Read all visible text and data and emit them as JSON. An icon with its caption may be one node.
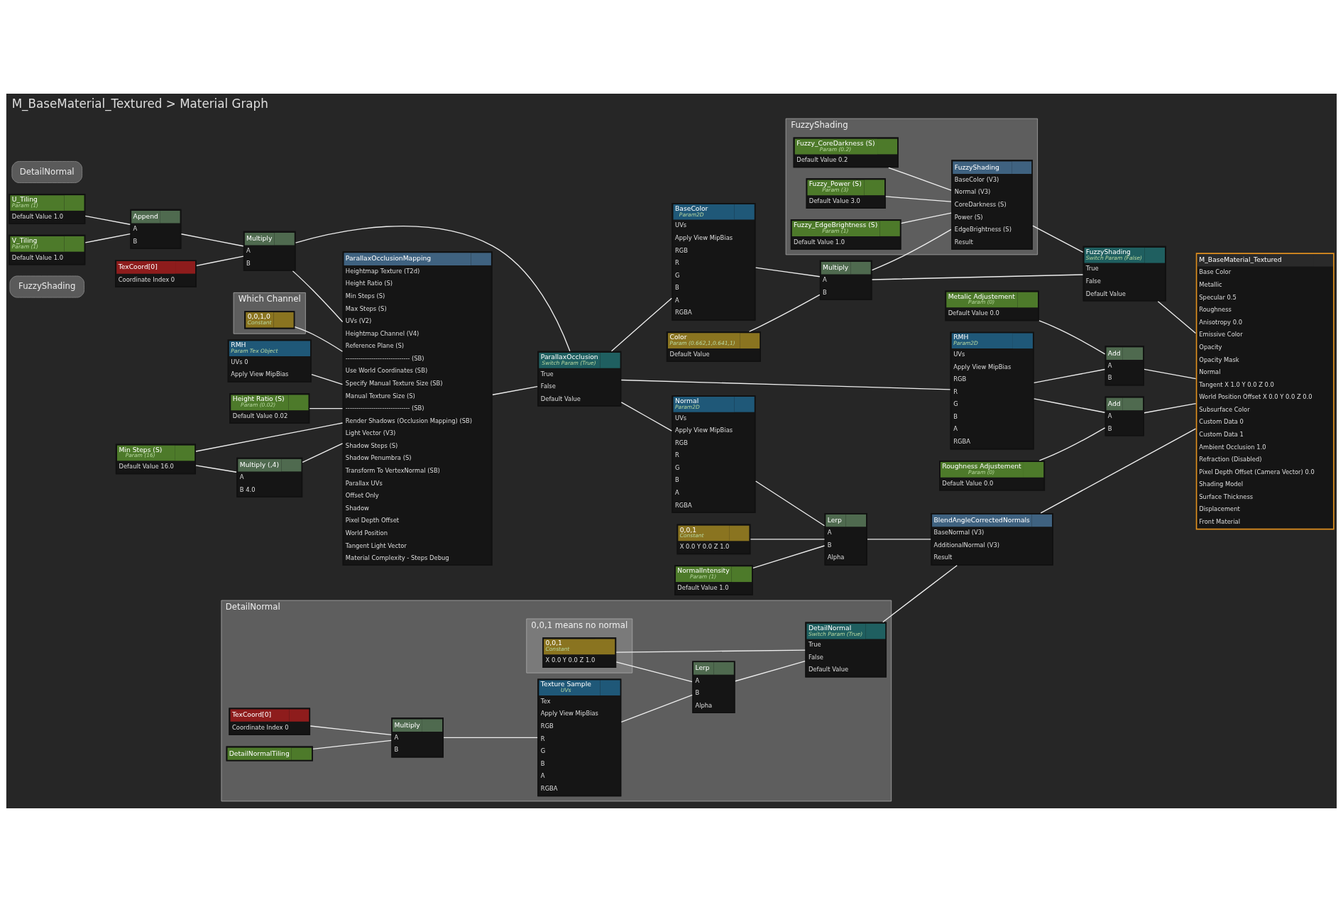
{
  "diagram": {
    "title": "M_BaseMaterial_Textured > Material Graph",
    "nodes": [
      {
        "text": [
          "FuzzyShading"
        ]
      },
      {
        "text": [
          "FuzzyShading"
        ]
      },
      {
        "text": [
          "Fuzzy_CoreDarkness (S)",
          "Param (0.2)",
          "Default Value 0.2"
        ],
        "in": 1
      },
      {
        "text": [
          "Fuzzy_Power (S)",
          "Param (3)",
          "Default Value 3.0"
        ],
        "in": 1
      },
      {
        "text": [
          "Fuzzy_EdgeBrightness (S)",
          "Param (1)",
          "Default Value 1.0"
        ],
        "in": 1
      },
      {
        "text": [
          "FuzzyShading",
          "BaseColor (V3)",
          "Normal (V3)",
          "CoreDarkness (S)",
          "Power (S)",
          "EdgeBrightness (S)",
          "Result"
        ],
        "in": 1
      },
      {
        "text": [
          "Color",
          "Param (0.662,1,0.641,1)",
          "Default Value"
        ]
      },
      {
        "text": [
          "Multiply",
          "A",
          "B"
        ]
      },
      {
        "text": [
          "FuzzyShading",
          "Switch Param (False)",
          "True",
          "False",
          "Default Value"
        ]
      },
      {
        "text": [
          "BaseColor",
          "Param2D",
          "UVs",
          "Apply View MipBias",
          "RGB",
          "R",
          "G",
          "B",
          "A",
          "RGBA"
        ]
      },
      {
        "text": [
          "RMH",
          "Param Tex Object",
          "UVs 0",
          "Apply View MipBias"
        ]
      },
      {
        "text": [
          "Height Ratio (S)",
          "Param (0.02)",
          "Default Value 0.02"
        ]
      },
      {
        "text": [
          "Min Steps (S)",
          "Param (16)",
          "Default Value 16.0"
        ]
      },
      {
        "text": [
          "TexCoord[0]",
          "Coordinate Index 0"
        ]
      },
      {
        "text": [
          "Multiply",
          "A",
          "B"
        ]
      },
      {
        "text": [
          "Multiply (,4)",
          "A",
          "B 4.0"
        ]
      },
      {
        "text": [
          "U_Tiling",
          "Param (1)",
          "Default Value 1.0"
        ]
      },
      {
        "text": [
          "V_Tiling",
          "Param (1)",
          "Default Value 1.0"
        ]
      },
      {
        "text": [
          "Append",
          "A",
          "B"
        ]
      },
      {
        "text": [
          "Which Channel"
        ]
      },
      {
        "text": [
          "0,0,1,0",
          "Constant"
        ],
        "in": 19
      },
      {
        "text": [
          "ParallaxOcclusionMapping",
          "Heightmap Texture (T2d)",
          "Height Ratio (S)",
          "Min Steps (S)",
          "Max Steps (S)",
          "UVs (V2)",
          "Heightmap Channel (V4)",
          "Reference Plane (S)",
          "------------------------------ (SB)",
          "Use World Coordinates (SB)",
          "Specify Manual Texture Size (SB)",
          "Manual Texture Size (S)",
          "------------------------------ (SB)",
          "Render Shadows (Occlusion Mapping) (SB)",
          "Light Vector (V3)",
          "Shadow Steps (S)",
          "Shadow Penumbra (S)",
          "Transform To VertexNormal (SB)",
          "Parallax UVs",
          "Offset Only",
          "Shadow",
          "Pixel Depth Offset",
          "World Position",
          "Tangent Light Vector",
          "Material Complexity - Steps Debug"
        ]
      },
      {
        "text": [
          "ParallaxOcclusion",
          "Switch Param (True)",
          "True",
          "False",
          "Default Value"
        ]
      },
      {
        "text": [
          "RMH",
          "Param2D",
          "UVs",
          "Apply View MipBias",
          "RGB",
          "R",
          "G",
          "B",
          "A",
          "RGBA"
        ]
      },
      {
        "text": [
          "Add",
          "A",
          "B"
        ]
      },
      {
        "text": [
          "Roughness Adjustement",
          "Param (0)",
          "Default Value 0.0"
        ]
      },
      {
        "text": [
          "Add",
          "A",
          "B"
        ]
      },
      {
        "text": [
          "Metalic Adjustement",
          "Param (0)",
          "Default Value 0.0"
        ]
      },
      {
        "text": [
          "M_BaseMaterial_Textured",
          "Base Color",
          "Metallic",
          "Specular 0.5",
          "Roughness",
          "Anisotropy 0.0",
          "Emissive Color",
          "Opacity",
          "Opacity Mask",
          "Normal",
          "Tangent X 1.0 Y 0.0 Z 0.0",
          "World Position Offset X 0.0 Y 0.0 Z 0.0",
          "Subsurface Color",
          "Custom Data 0",
          "Custom Data 1",
          "Ambient Occlusion 1.0",
          "Refraction (Disabled)",
          "Pixel Depth Offset (Camera Vector) 0.0",
          "Shading Model",
          "Surface Thickness",
          "Displacement",
          "Front Material"
        ]
      },
      {
        "text": [
          "Normal",
          "Param2D",
          "UVs",
          "Apply View MipBias",
          "RGB",
          "R",
          "G",
          "B",
          "A",
          "RGBA"
        ]
      },
      {
        "text": [
          "0,0,1",
          "Constant",
          "X 0.0 Y 0.0 Z 1.0"
        ]
      },
      {
        "text": [
          "NormalIntensity",
          "Param (1)",
          "Default Value 1.0"
        ]
      },
      {
        "text": [
          "Lerp",
          "A",
          "B",
          "Alpha"
        ]
      },
      {
        "text": [
          "BlendAngleCorrectedNormals",
          "BaseNormal (V3)",
          "AdditionalNormal (V3)",
          "Result"
        ]
      },
      {
        "text": [
          "DetailNormal"
        ]
      },
      {
        "text": [
          "DetailNormal"
        ]
      },
      {
        "text": [
          "0,0,1 means no normal"
        ],
        "in": 35
      },
      {
        "text": [
          "0,0,1",
          "Constant",
          "X 0.0 Y 0.0 Z 1.0"
        ],
        "in": 36
      },
      {
        "text": [
          "TexCoord[0]",
          "Coordinate Index 0"
        ],
        "in": 35
      },
      {
        "text": [
          "Multiply",
          "A",
          "B"
        ],
        "in": 35
      },
      {
        "text": [
          "Texture Sample",
          "UVs",
          "Tex",
          "Apply View MipBias",
          "RGB",
          "R",
          "G",
          "B",
          "A",
          "RGBA"
        ],
        "in": 35
      },
      {
        "text": [
          "Lerp",
          "A",
          "B",
          "Alpha"
        ],
        "in": 35
      },
      {
        "text": [
          "DetailNormal",
          "Switch Param (True)",
          "True",
          "False",
          "Default Value"
        ],
        "in": 35
      },
      {
        "text": [
          "DetailNormalTiling"
        ],
        "in": 35
      }
    ],
    "edges": [
      {
        "from": 2,
        "to": 5,
        "arrow": "none"
      },
      {
        "from": 3,
        "to": 5,
        "arrow": "none"
      },
      {
        "from": 4,
        "to": 5,
        "arrow": "none"
      },
      {
        "from": 7,
        "to": 5,
        "arrow": "none"
      },
      {
        "from": 5,
        "to": 8,
        "arrow": "none"
      },
      {
        "from": 7,
        "to": 8,
        "arrow": "none"
      },
      {
        "from": 6,
        "to": 7,
        "arrow": "none"
      },
      {
        "from": 9,
        "to": 7,
        "arrow": "none"
      },
      {
        "from": 8,
        "to": 28,
        "arrow": "none"
      },
      {
        "from": 10,
        "to": 21,
        "arrow": "none"
      },
      {
        "from": 11,
        "to": 21,
        "arrow": "none"
      },
      {
        "from": 12,
        "to": 21,
        "arrow": "none"
      },
      {
        "from": 12,
        "to": 15,
        "arrow": "none"
      },
      {
        "from": 15,
        "to": 21,
        "arrow": "none"
      },
      {
        "from": 14,
        "to": 21,
        "arrow": "none"
      },
      {
        "from": 14,
        "to": 22,
        "arrow": "none"
      },
      {
        "from": 13,
        "to": 14,
        "arrow": "none"
      },
      {
        "from": 18,
        "to": 14,
        "arrow": "none"
      },
      {
        "from": 16,
        "to": 18,
        "arrow": "none"
      },
      {
        "from": 17,
        "to": 18,
        "arrow": "none"
      },
      {
        "from": 20,
        "to": 21,
        "arrow": "none"
      },
      {
        "from": 21,
        "to": 22,
        "arrow": "none"
      },
      {
        "from": 22,
        "to": 9,
        "arrow": "none"
      },
      {
        "from": 22,
        "to": 23,
        "arrow": "none"
      },
      {
        "from": 22,
        "to": 29,
        "arrow": "none"
      },
      {
        "from": 23,
        "to": 24,
        "arrow": "none"
      },
      {
        "from": 25,
        "to": 24,
        "arrow": "none"
      },
      {
        "from": 24,
        "to": 28,
        "arrow": "none"
      },
      {
        "from": 23,
        "to": 26,
        "arrow": "none"
      },
      {
        "from": 27,
        "to": 26,
        "arrow": "none"
      },
      {
        "from": 26,
        "to": 28,
        "arrow": "none"
      },
      {
        "from": 29,
        "to": 32,
        "arrow": "none"
      },
      {
        "from": 30,
        "to": 32,
        "arrow": "none"
      },
      {
        "from": 31,
        "to": 32,
        "arrow": "none"
      },
      {
        "from": 32,
        "to": 33,
        "arrow": "none"
      },
      {
        "from": 42,
        "to": 33,
        "arrow": "none"
      },
      {
        "from": 33,
        "to": 28,
        "arrow": "none"
      },
      {
        "from": 37,
        "to": 42,
        "arrow": "none"
      },
      {
        "from": 37,
        "to": 41,
        "arrow": "none"
      },
      {
        "from": 38,
        "to": 39,
        "arrow": "none"
      },
      {
        "from": 43,
        "to": 39,
        "arrow": "none"
      },
      {
        "from": 39,
        "to": 40,
        "arrow": "none"
      },
      {
        "from": 40,
        "to": 41,
        "arrow": "none"
      },
      {
        "from": 41,
        "to": 42,
        "arrow": "none"
      }
    ]
  }
}
